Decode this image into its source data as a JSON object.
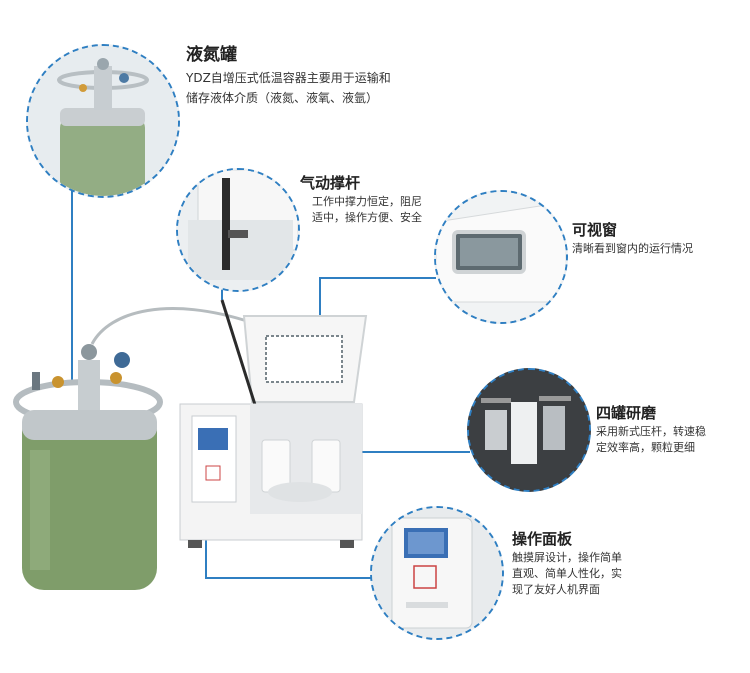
{
  "callouts": {
    "ln2_tank": {
      "title": "液氮罐",
      "desc_line1": "YDZ自增压式低温容器主要用于运输和",
      "desc_line2": "储存液体介质（液氮、液氧、液氩）"
    },
    "gas_strut": {
      "title": "气动撑杆",
      "desc_line1": "工作中撑力恒定，阻尼",
      "desc_line2": "适中，操作方便、安全"
    },
    "window": {
      "title": "可视窗",
      "desc_line1": "清晰看到窗内的运行情况"
    },
    "four_jar": {
      "title": "四罐研磨",
      "desc_line1": "采用新式压杆，转速稳",
      "desc_line2": "定效率高，颗粒更细"
    },
    "panel": {
      "title": "操作面板",
      "desc_line1": "触摸屏设计，操作简单",
      "desc_line2": "直观、简单人性化，实",
      "desc_line3": "现了友好人机界面"
    }
  },
  "colors": {
    "leader_line": "#2f7fc2",
    "machine_body": "#f4f4f4",
    "tank_green": "#7f9d6a",
    "panel_blue": "#3a6fb5"
  }
}
